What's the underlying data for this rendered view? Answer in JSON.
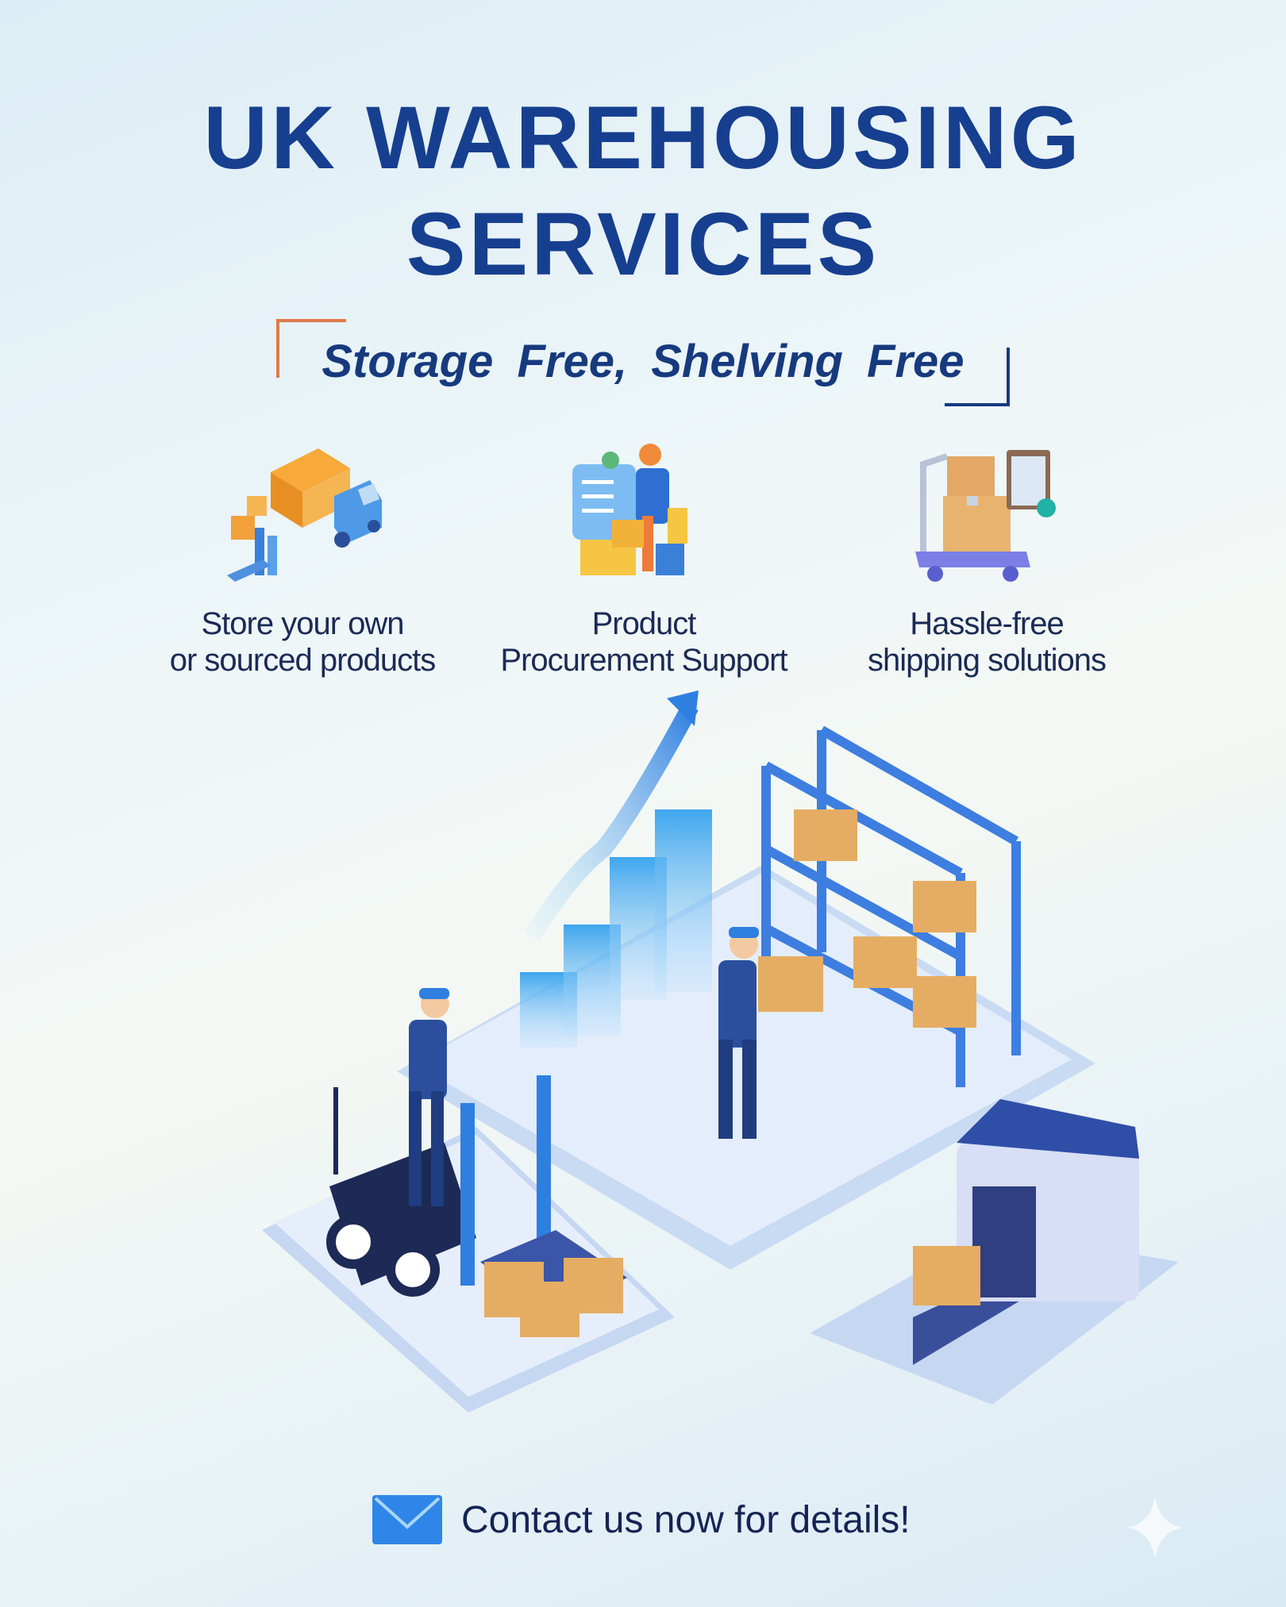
{
  "header": {
    "title_line1": "UK WAREHOUSING",
    "title_line2": "SERVICES",
    "subtitle": "Storage Free,  Shelving Free"
  },
  "features": [
    {
      "icon": "delivery-truck-icon",
      "label_line1": "Store your own",
      "label_line2": "or sourced products"
    },
    {
      "icon": "procurement-worker-icon",
      "label_line1": "Product",
      "label_line2": "Procurement Support"
    },
    {
      "icon": "shipping-cart-icon",
      "label_line1": "Hassle-free",
      "label_line2": "shipping solutions"
    }
  ],
  "contact": {
    "icon": "envelope-icon",
    "text": "Contact us now for details!"
  },
  "colors": {
    "title": "#173f8f",
    "accent_orange": "#e07a4a",
    "accent_blue": "#2f7fe0",
    "box": "#e8b56a"
  }
}
